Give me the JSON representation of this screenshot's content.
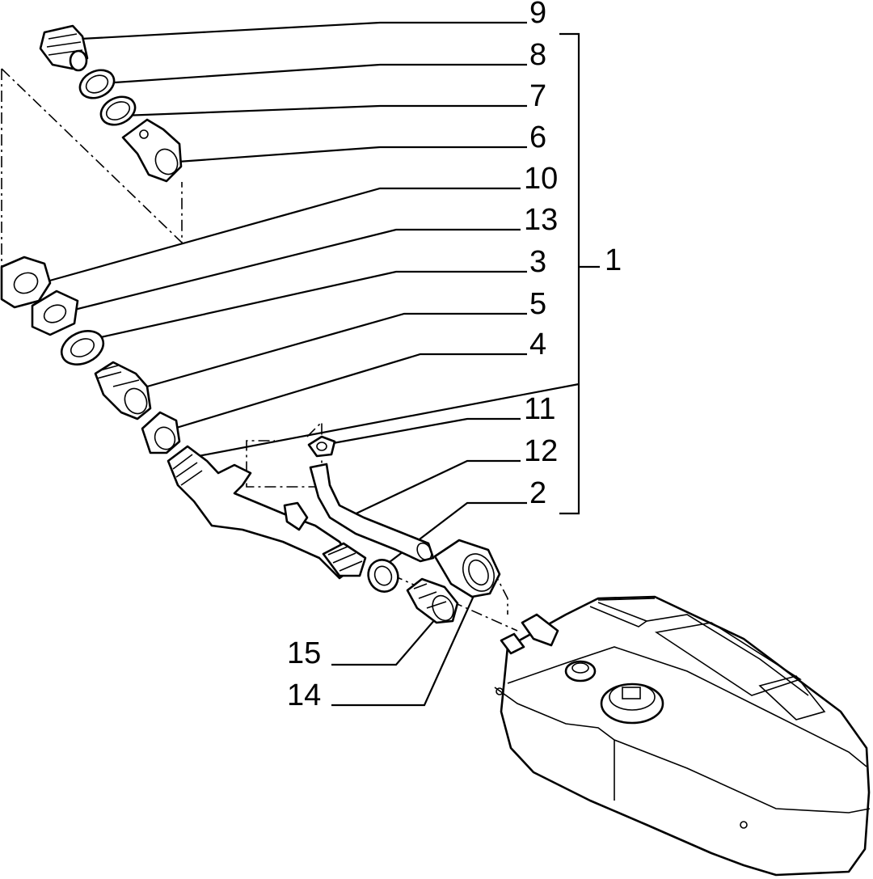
{
  "callouts": {
    "n9": "9",
    "n8": "8",
    "n7": "7",
    "n6": "6",
    "n10": "10",
    "n13": "13",
    "n3": "3",
    "n5": "5",
    "n4": "4",
    "n11": "11",
    "n12": "12",
    "n2": "2",
    "n1": "1",
    "n15": "15",
    "n14": "14"
  }
}
